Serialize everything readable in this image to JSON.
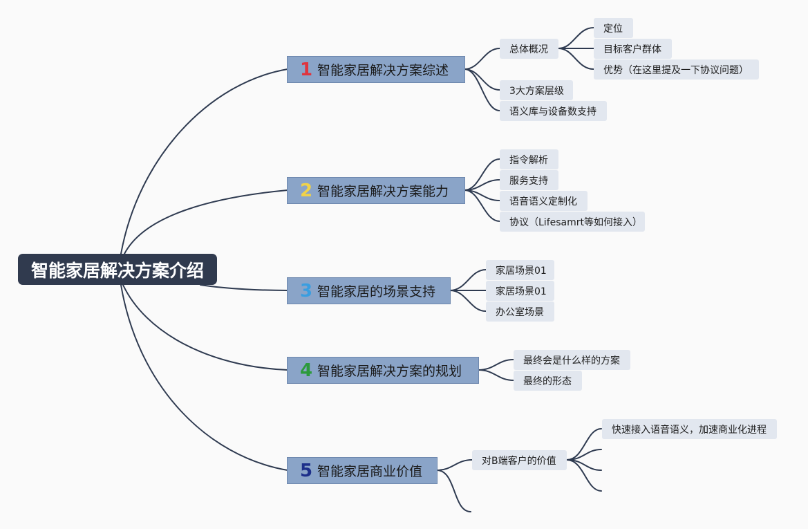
{
  "root": {
    "label": "智能家居解决方案介绍"
  },
  "colors": {
    "line": "#2e3a50",
    "num1": "#e0343e",
    "num2": "#f0d24a",
    "num3": "#3a9ee0",
    "num4": "#2c9a3c",
    "num5": "#1d2f8a"
  },
  "topics": [
    {
      "num": "1",
      "label": "智能家居解决方案综述",
      "subs": [
        {
          "label": "总体概况",
          "children": [
            {
              "label": "定位"
            },
            {
              "label": "目标客户群体"
            },
            {
              "label": "优势（在这里提及一下协议问题）"
            }
          ]
        },
        {
          "label": "3大方案层级"
        },
        {
          "label": "语义库与设备数支持"
        }
      ]
    },
    {
      "num": "2",
      "label": "智能家居解决方案能力",
      "subs": [
        {
          "label": "指令解析"
        },
        {
          "label": "服务支持"
        },
        {
          "label": "语音语义定制化"
        },
        {
          "label": "协议（Lifesamrt等如何接入）"
        }
      ]
    },
    {
      "num": "3",
      "label": "智能家居的场景支持",
      "subs": [
        {
          "label": "家居场景01"
        },
        {
          "label": "家居场景01"
        },
        {
          "label": "办公室场景"
        }
      ]
    },
    {
      "num": "4",
      "label": "智能家居解决方案的规划",
      "subs": [
        {
          "label": "最终会是什么样的方案"
        },
        {
          "label": "最终的形态"
        }
      ]
    },
    {
      "num": "5",
      "label": "智能家居商业价值",
      "subs": [
        {
          "label": "对B端客户的价值",
          "children": [
            {
              "label": "快速接入语音语义，加速商业化进程"
            },
            {
              "label": ""
            },
            {
              "label": ""
            },
            {
              "label": ""
            }
          ]
        },
        {
          "label": ""
        }
      ]
    }
  ]
}
